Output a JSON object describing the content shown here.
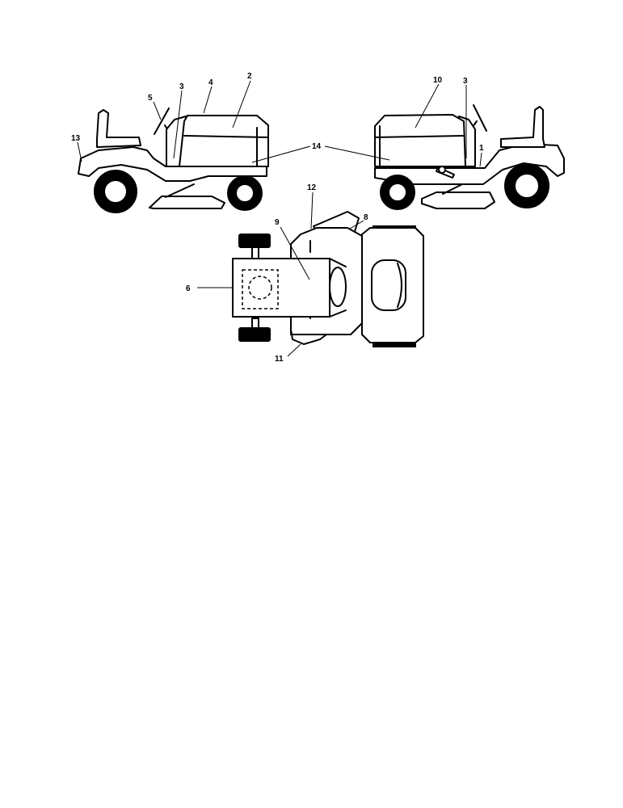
{
  "callouts": {
    "c1": "1",
    "c2": "2",
    "c3_left": "3",
    "c3_right": "3",
    "c4": "4",
    "c5": "5",
    "c6": "6",
    "c8": "8",
    "c9": "9",
    "c10": "10",
    "c11": "11",
    "c12": "12",
    "c13": "13",
    "c14": "14"
  },
  "colors": {
    "line": "#000000",
    "background": "#ffffff"
  }
}
